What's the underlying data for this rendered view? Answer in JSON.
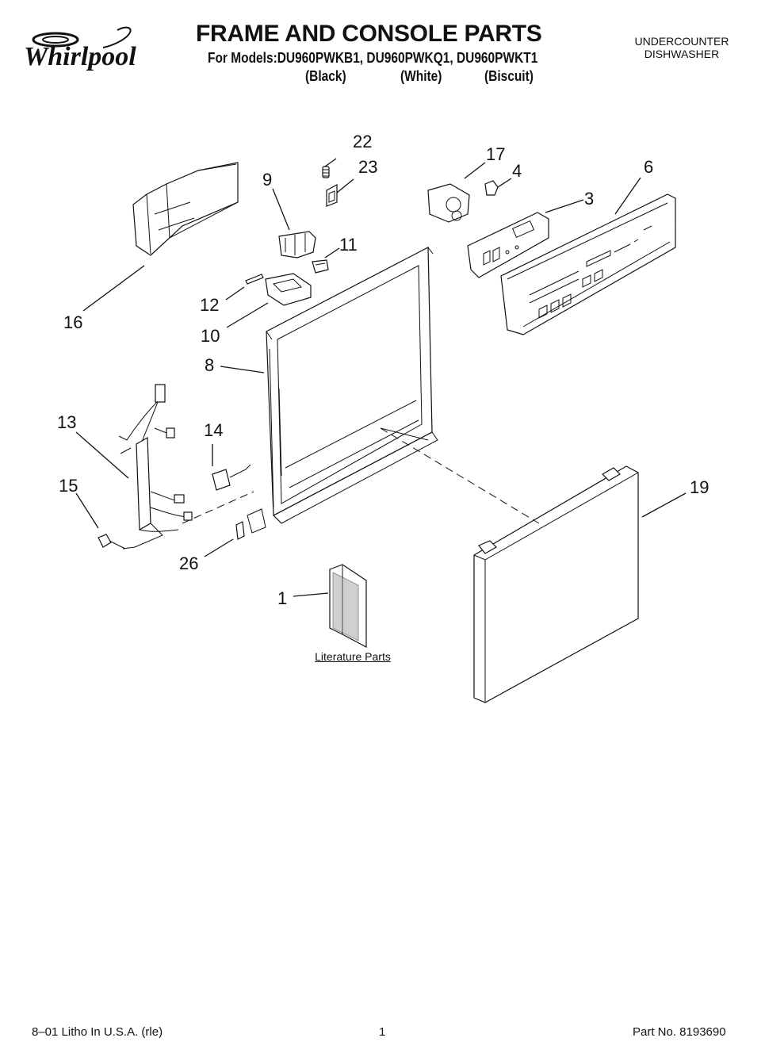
{
  "header": {
    "brand": "Whirlpool",
    "title": "FRAME AND CONSOLE PARTS",
    "models": "For Models:DU960PWKB1, DU960PWKQ1, DU960PWKT1",
    "variants": [
      "(Black)",
      "(White)",
      "(Biscuit)"
    ],
    "appliance_line1": "UNDERCOUNTER",
    "appliance_line2": "DISHWASHER"
  },
  "callouts": {
    "c1": "1",
    "c3": "3",
    "c4": "4",
    "c6": "6",
    "c8": "8",
    "c9": "9",
    "c10": "10",
    "c11": "11",
    "c12": "12",
    "c13": "13",
    "c14": "14",
    "c15": "15",
    "c16": "16",
    "c17": "17",
    "c19": "19",
    "c22": "22",
    "c23": "23",
    "c26": "26"
  },
  "literature_label": "Literature Parts",
  "footer": {
    "left": "8–01 Litho In U.S.A. (rle)",
    "center": "1",
    "right": "Part No. 8193690"
  }
}
